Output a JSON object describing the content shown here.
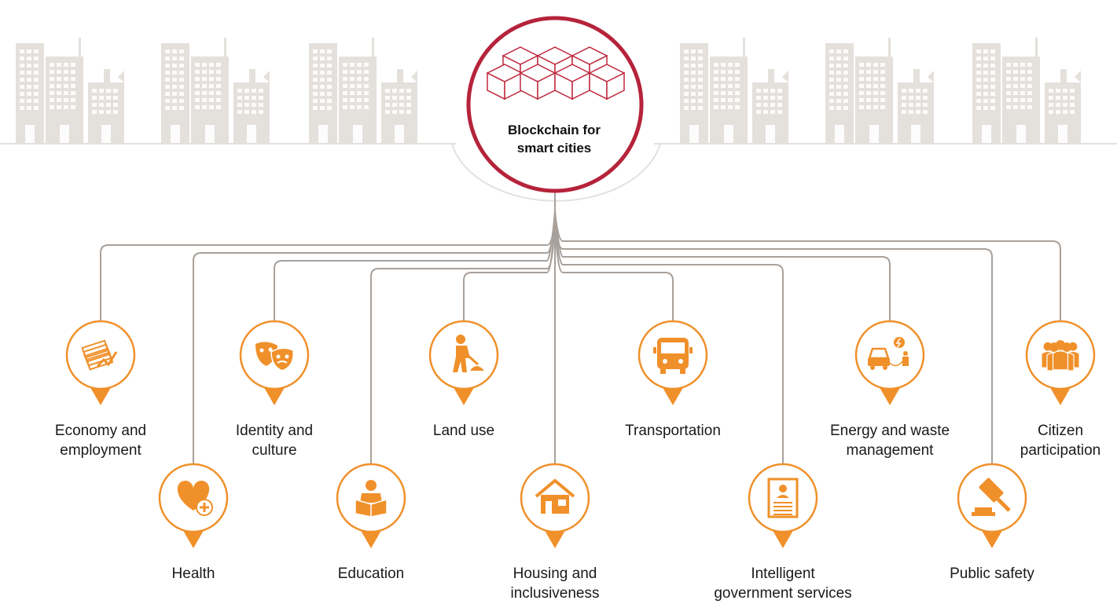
{
  "center": {
    "title": "Blockchain for\nsmart cities",
    "icon": "blockchain-cubes-icon",
    "ring_color": "#b5233a",
    "cube_color": "#c0293f"
  },
  "colors": {
    "accent": "#f0902a",
    "connector": "#a8a09a",
    "buildings": "#e4e0dc",
    "text": "#1a1a1a"
  },
  "categories": [
    {
      "id": "economy",
      "label": "Economy and\nemployment",
      "icon": "money-icon"
    },
    {
      "id": "health",
      "label": "Health",
      "icon": "heart-plus-icon"
    },
    {
      "id": "identity",
      "label": "Identity and\nculture",
      "icon": "theater-masks-icon"
    },
    {
      "id": "education",
      "label": "Education",
      "icon": "reader-book-icon"
    },
    {
      "id": "land",
      "label": "Land use",
      "icon": "worker-shovel-icon"
    },
    {
      "id": "housing",
      "label": "Housing and\ninclusiveness",
      "icon": "house-icon"
    },
    {
      "id": "transport",
      "label": "Transportation",
      "icon": "bus-icon"
    },
    {
      "id": "government",
      "label": "Intelligent\ngovernment services",
      "icon": "document-person-icon"
    },
    {
      "id": "energy",
      "label": "Energy and waste\nmanagement",
      "icon": "electric-car-icon"
    },
    {
      "id": "safety",
      "label": "Public safety",
      "icon": "gavel-icon"
    },
    {
      "id": "citizen",
      "label": "Citizen\nparticipation",
      "icon": "people-group-icon"
    }
  ]
}
